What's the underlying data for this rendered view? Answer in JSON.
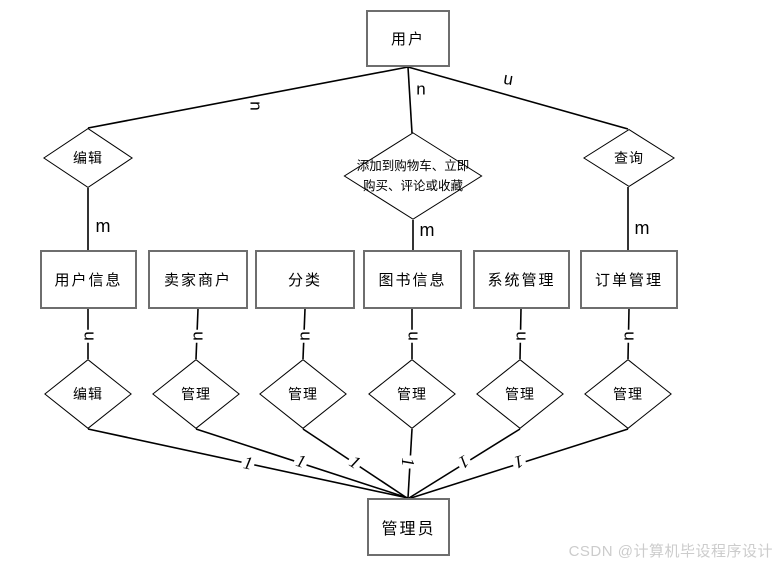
{
  "nodes": {
    "user": "用户",
    "admin": "管理员",
    "entities": [
      "用户信息",
      "卖家商户",
      "分类",
      "图书信息",
      "系统管理",
      "订单管理"
    ],
    "top_relations": [
      "编辑",
      "添加到购物车、立即\n购买、评论或收藏",
      "查询"
    ],
    "bottom_relations": [
      "编辑",
      "管理",
      "管理",
      "管理",
      "管理",
      "管理"
    ]
  },
  "cardinality": {
    "n": "n",
    "m": "m",
    "one": "1"
  },
  "watermark": "CSDN @计算机毕设程序设计"
}
